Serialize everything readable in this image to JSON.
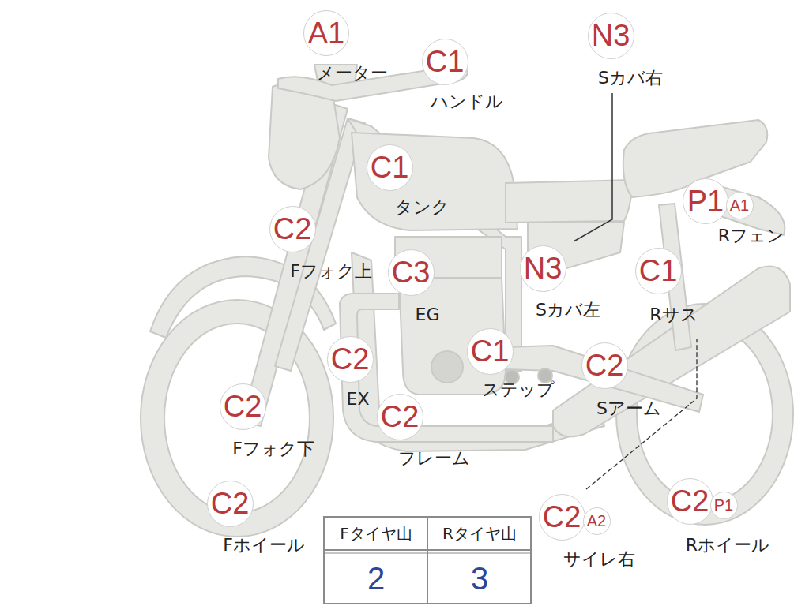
{
  "diagram": {
    "nodes": [
      {
        "text": [
          "A1",
          "メーター"
        ]
      },
      {
        "text": [
          "C1",
          "ハンドル"
        ]
      },
      {
        "text": [
          "N3",
          "Sカバ右"
        ]
      },
      {
        "text": [
          "C1",
          "タンク"
        ]
      },
      {
        "text": [
          "P1",
          "Rフェン"
        ]
      },
      {
        "text": [
          "A1"
        ]
      },
      {
        "text": [
          "C2",
          "Fフォク上"
        ]
      },
      {
        "text": [
          "C3",
          "EG"
        ]
      },
      {
        "text": [
          "N3",
          "Sカバ左"
        ]
      },
      {
        "text": [
          "C1",
          "Rサス"
        ]
      },
      {
        "text": [
          "C2",
          "EX"
        ]
      },
      {
        "text": [
          "C1",
          "ステップ"
        ]
      },
      {
        "text": [
          "C2",
          "Sアーム"
        ]
      },
      {
        "text": [
          "C2",
          "Fフォク下"
        ]
      },
      {
        "text": [
          "C2",
          "フレーム"
        ]
      },
      {
        "text": [
          "C2",
          "Fホイール"
        ]
      },
      {
        "text": [
          "C2",
          "サイレ右"
        ]
      },
      {
        "text": [
          "A2"
        ]
      },
      {
        "text": [
          "C2",
          "Rホイール"
        ]
      },
      {
        "text": [
          "P1"
        ]
      }
    ],
    "labels": [
      "Fタイヤ山",
      "Rタイヤ山",
      "2",
      "3"
    ]
  }
}
